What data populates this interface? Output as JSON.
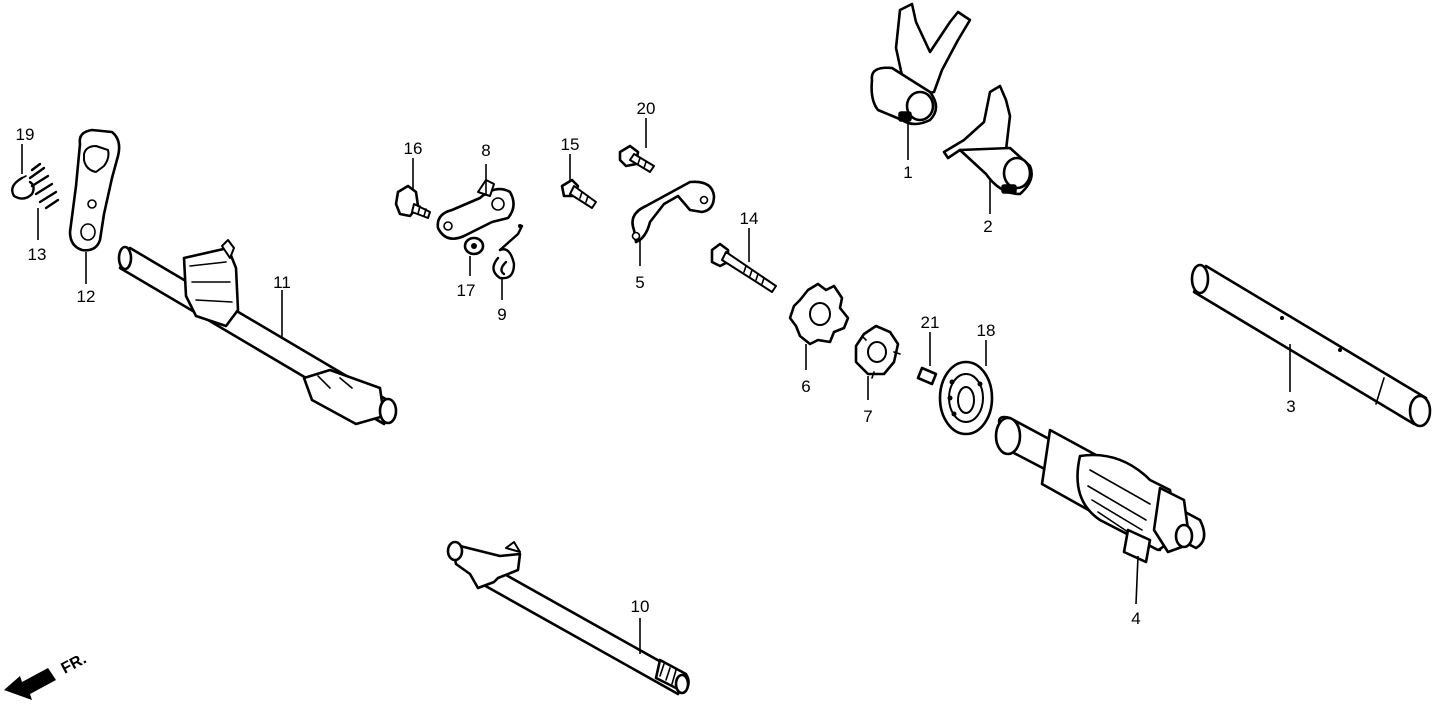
{
  "callouts": [
    {
      "id": "c1",
      "label": "1"
    },
    {
      "id": "c2",
      "label": "2"
    },
    {
      "id": "c3",
      "label": "3"
    },
    {
      "id": "c4",
      "label": "4"
    },
    {
      "id": "c5",
      "label": "5"
    },
    {
      "id": "c6",
      "label": "6"
    },
    {
      "id": "c7",
      "label": "7"
    },
    {
      "id": "c8",
      "label": "8"
    },
    {
      "id": "c9",
      "label": "9"
    },
    {
      "id": "c10",
      "label": "10"
    },
    {
      "id": "c11",
      "label": "11"
    },
    {
      "id": "c12",
      "label": "12"
    },
    {
      "id": "c13",
      "label": "13"
    },
    {
      "id": "c14",
      "label": "14"
    },
    {
      "id": "c15",
      "label": "15"
    },
    {
      "id": "c16",
      "label": "16"
    },
    {
      "id": "c17",
      "label": "17"
    },
    {
      "id": "c18",
      "label": "18"
    },
    {
      "id": "c19",
      "label": "19"
    },
    {
      "id": "c20",
      "label": "20"
    },
    {
      "id": "c21",
      "label": "21"
    }
  ],
  "direction": {
    "label": "FR.",
    "icon": "front-arrow-icon"
  }
}
